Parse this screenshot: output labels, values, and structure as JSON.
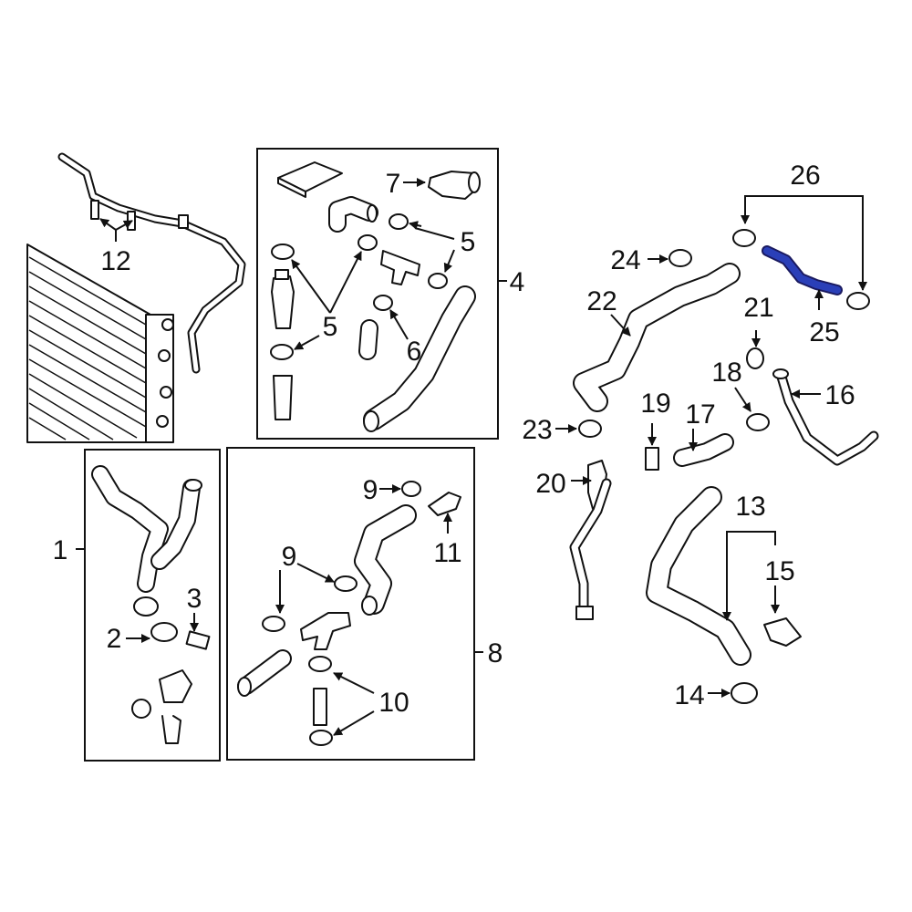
{
  "colors": {
    "line": "#111111",
    "background": "#ffffff",
    "highlight": "#2a3fb8"
  },
  "highlighted_part": "25",
  "callouts": [
    {
      "id": "c1",
      "label": "1"
    },
    {
      "id": "c2",
      "label": "2"
    },
    {
      "id": "c3",
      "label": "3"
    },
    {
      "id": "c4",
      "label": "4"
    },
    {
      "id": "c5a",
      "label": "5"
    },
    {
      "id": "c5b",
      "label": "5"
    },
    {
      "id": "c6",
      "label": "6"
    },
    {
      "id": "c7",
      "label": "7"
    },
    {
      "id": "c8",
      "label": "8"
    },
    {
      "id": "c9a",
      "label": "9"
    },
    {
      "id": "c9b",
      "label": "9"
    },
    {
      "id": "c10",
      "label": "10"
    },
    {
      "id": "c11",
      "label": "11"
    },
    {
      "id": "c12",
      "label": "12"
    },
    {
      "id": "c13",
      "label": "13"
    },
    {
      "id": "c14",
      "label": "14"
    },
    {
      "id": "c15",
      "label": "15"
    },
    {
      "id": "c16",
      "label": "16"
    },
    {
      "id": "c17",
      "label": "17"
    },
    {
      "id": "c18",
      "label": "18"
    },
    {
      "id": "c19",
      "label": "19"
    },
    {
      "id": "c20",
      "label": "20"
    },
    {
      "id": "c21",
      "label": "21"
    },
    {
      "id": "c22",
      "label": "22"
    },
    {
      "id": "c23",
      "label": "23"
    },
    {
      "id": "c24",
      "label": "24"
    },
    {
      "id": "c25",
      "label": "25"
    },
    {
      "id": "c26",
      "label": "26"
    }
  ]
}
